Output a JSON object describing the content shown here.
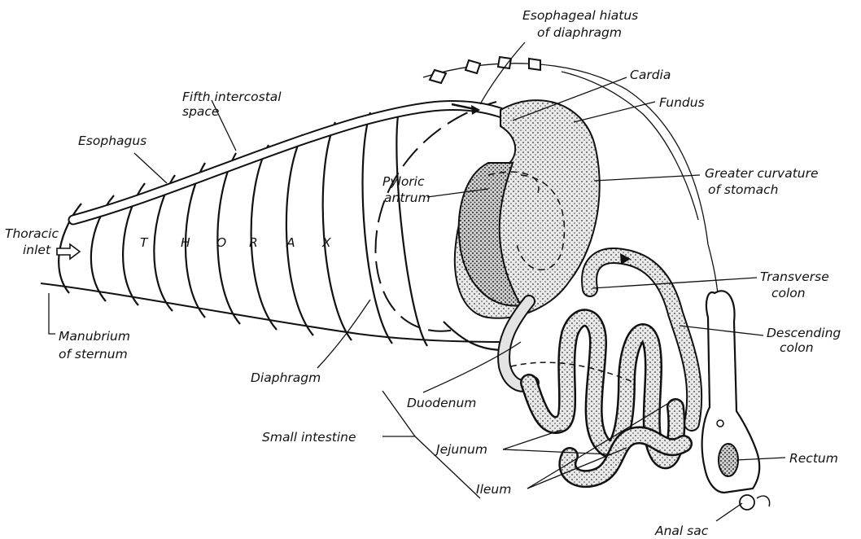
{
  "labels": {
    "esophageal_hiatus_1": "Esophageal hiatus",
    "esophageal_hiatus_2": "of diaphragm",
    "cardia": "Cardia",
    "fundus": "Fundus",
    "fifth_intercostal_1": "Fifth intercostal",
    "fifth_intercostal_2": "space",
    "esophagus": "Esophagus",
    "pyloric_antrum_1": "Pyloric",
    "pyloric_antrum_2": "antrum",
    "greater_curvature_1": "Greater curvature",
    "greater_curvature_2": "of stomach",
    "thoracic_inlet_1": "Thoracic",
    "thoracic_inlet_2": "inlet",
    "thorax_T": "T",
    "thorax_H": "H",
    "thorax_O": "O",
    "thorax_R": "R",
    "thorax_A": "A",
    "thorax_X": "X",
    "transverse_colon_1": "Transverse",
    "transverse_colon_2": "colon",
    "descending_colon_1": "Descending",
    "descending_colon_2": "colon",
    "manubrium_1": "Manubrium",
    "manubrium_2": "of sternum",
    "diaphragm": "Diaphragm",
    "duodenum": "Duodenum",
    "small_intestine": "Small intestine",
    "jejunum": "Jejunum",
    "rectum": "Rectum",
    "ileum": "Ileum",
    "anal_sac": "Anal sac"
  }
}
